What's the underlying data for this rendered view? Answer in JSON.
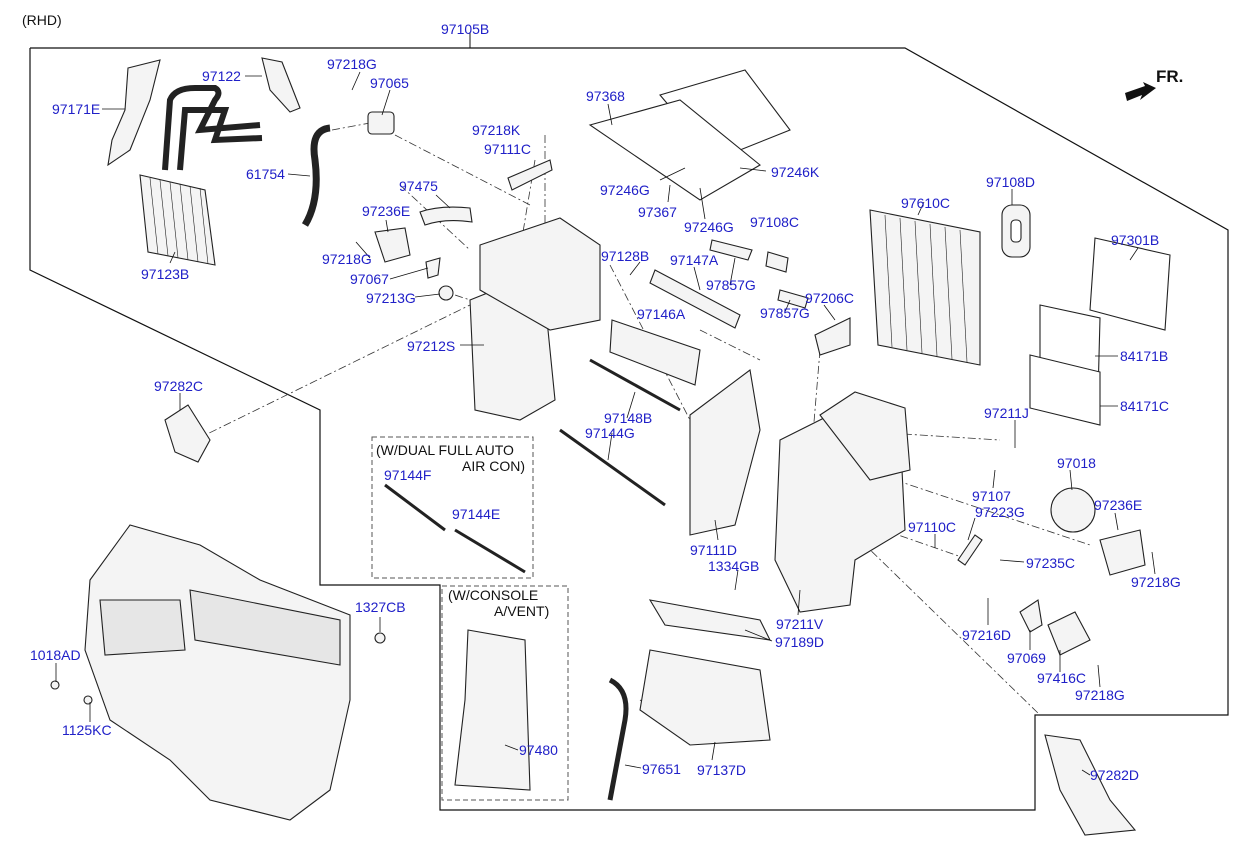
{
  "header": {
    "variant": "(RHD)",
    "assembly_no": "97105B"
  },
  "direction": {
    "text": "FR."
  },
  "notes": {
    "dual_auto_line1": "(W/DUAL FULL AUTO",
    "dual_auto_line2": "AIR CON)",
    "console_line1": "(W/CONSOLE",
    "console_line2": "A/VENT)"
  },
  "colors": {
    "part_label": "#2020c8",
    "line": "#111111"
  },
  "parts": [
    "97171E",
    "97122",
    "97218G",
    "97065",
    "97368",
    "97218K",
    "97111C",
    "61754",
    "97475",
    "97246G",
    "97367",
    "97246K",
    "97246G",
    "97108D",
    "97108C",
    "97610C",
    "97236E",
    "97218G",
    "97123B",
    "97128B",
    "97147A",
    "97857G",
    "97067",
    "97213G",
    "97857G",
    "97206C",
    "97301B",
    "97146A",
    "97212S",
    "84171B",
    "97282C",
    "97148B",
    "84171C",
    "97144G",
    "97211J",
    "97144F",
    "97144E",
    "97018",
    "97107",
    "97236E",
    "97223G",
    "97110C",
    "97111D",
    "1334GB",
    "97235C",
    "97218G",
    "97211V",
    "1327CB",
    "97189D",
    "97216D",
    "1018AD",
    "97069",
    "97416C",
    "97218G",
    "1125KC",
    "97480",
    "97651",
    "97137D",
    "97282D"
  ]
}
